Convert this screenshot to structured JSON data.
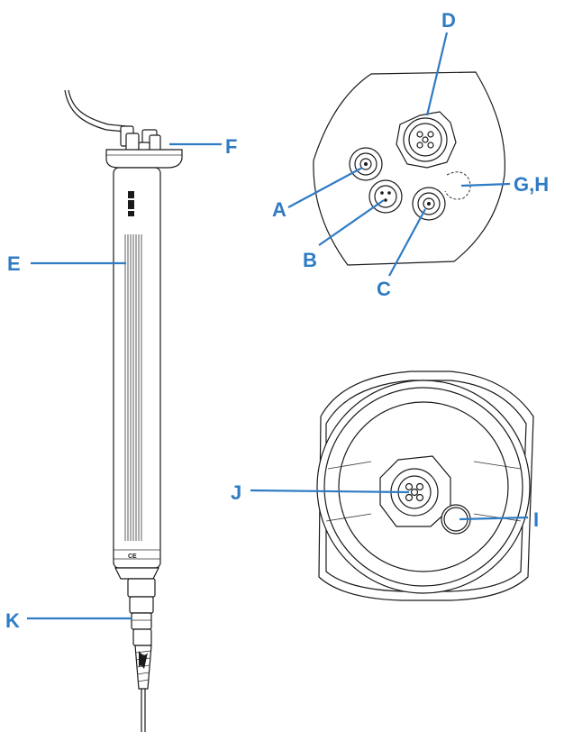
{
  "labels": {
    "A": "A",
    "B": "B",
    "C": "C",
    "D": "D",
    "E": "E",
    "F": "F",
    "GH": "G,H",
    "I": "I",
    "J": "J",
    "K": "K"
  },
  "housing_marking": "CE",
  "colors": {
    "callout": "#2f7bc4",
    "line_art": "#1a1a1a",
    "background": "#ffffff"
  }
}
